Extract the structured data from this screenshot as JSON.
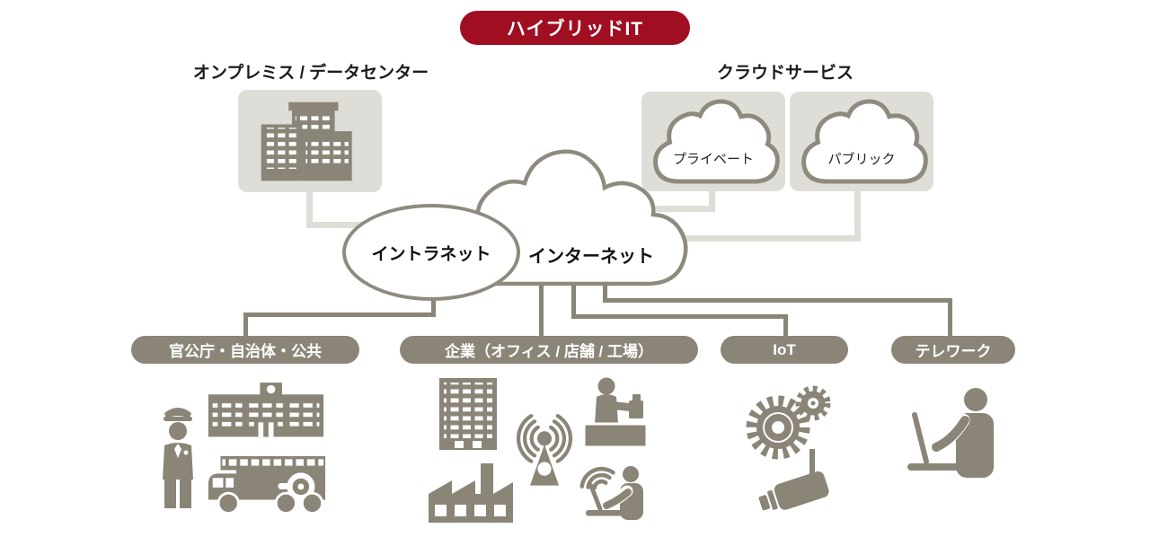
{
  "diagram_title": "ハイブリッドIT",
  "colors": {
    "badge_red": "#a00e21",
    "icon_gray": "#8b8578",
    "panel_gray": "#dfddd7",
    "outline_gray": "#8f8a7e"
  },
  "onprem": {
    "label": "オンプレミス / データセンター"
  },
  "cloud_services": {
    "label": "クラウドサービス",
    "private_label": "プライベート",
    "public_label": "パブリック"
  },
  "network": {
    "intranet_label": "イントラネット",
    "internet_label": "インターネット"
  },
  "segments": [
    {
      "label": "官公庁・自治体・公共"
    },
    {
      "label": "企業（オフィス / 店舗 / 工場）"
    },
    {
      "label": "IoT"
    },
    {
      "label": "テレワーク"
    }
  ]
}
